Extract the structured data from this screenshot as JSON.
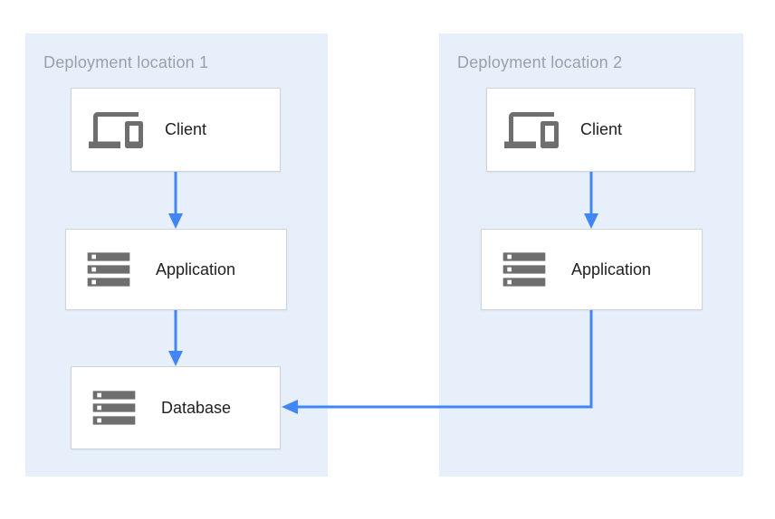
{
  "diagram": {
    "panels": [
      {
        "title": "Deployment location 1",
        "nodes": [
          {
            "label": "Client",
            "icon": "devices-icon"
          },
          {
            "label": "Application",
            "icon": "server-stack-icon"
          },
          {
            "label": "Database",
            "icon": "server-stack-icon"
          }
        ]
      },
      {
        "title": "Deployment location 2",
        "nodes": [
          {
            "label": "Client",
            "icon": "devices-icon"
          },
          {
            "label": "Application",
            "icon": "server-stack-icon"
          }
        ]
      }
    ],
    "edges": [
      {
        "from": "location-1-client",
        "to": "location-1-application"
      },
      {
        "from": "location-1-application",
        "to": "location-1-database"
      },
      {
        "from": "location-2-client",
        "to": "location-2-application"
      },
      {
        "from": "location-2-application",
        "to": "location-1-database"
      }
    ],
    "colors": {
      "panel_bg": "#e7f0fa",
      "panel_title": "#9aa0a6",
      "node_bg": "#ffffff",
      "node_border": "#d0d4d9",
      "node_label": "#212121",
      "icon": "#6e6e6e",
      "arrow": "#4285f4",
      "page_bg": "#ffffff"
    }
  }
}
